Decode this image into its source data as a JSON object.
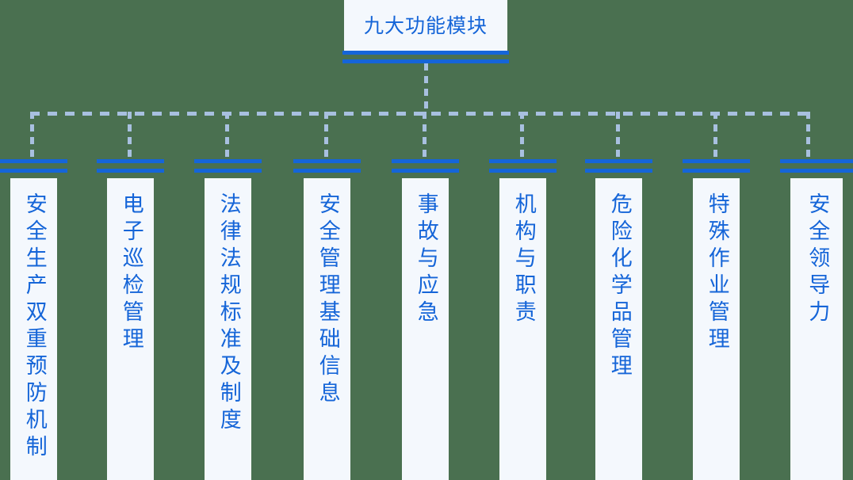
{
  "diagram": {
    "background_color": "#4a7050",
    "panel_color": "#f4f8fd",
    "accent_color": "#1565d8",
    "connector_color": "#a8c0e0",
    "root": {
      "label": "九大功能模块"
    },
    "children": [
      {
        "label": "安全生产双重预防机制"
      },
      {
        "label": "电子巡检管理"
      },
      {
        "label": "法律法规标准及制度"
      },
      {
        "label": "安全管理基础信息"
      },
      {
        "label": "事故与应急"
      },
      {
        "label": "机构与职责"
      },
      {
        "label": "危险化学品管理"
      },
      {
        "label": "特殊作业管理"
      },
      {
        "label": "安全领导力"
      }
    ]
  }
}
